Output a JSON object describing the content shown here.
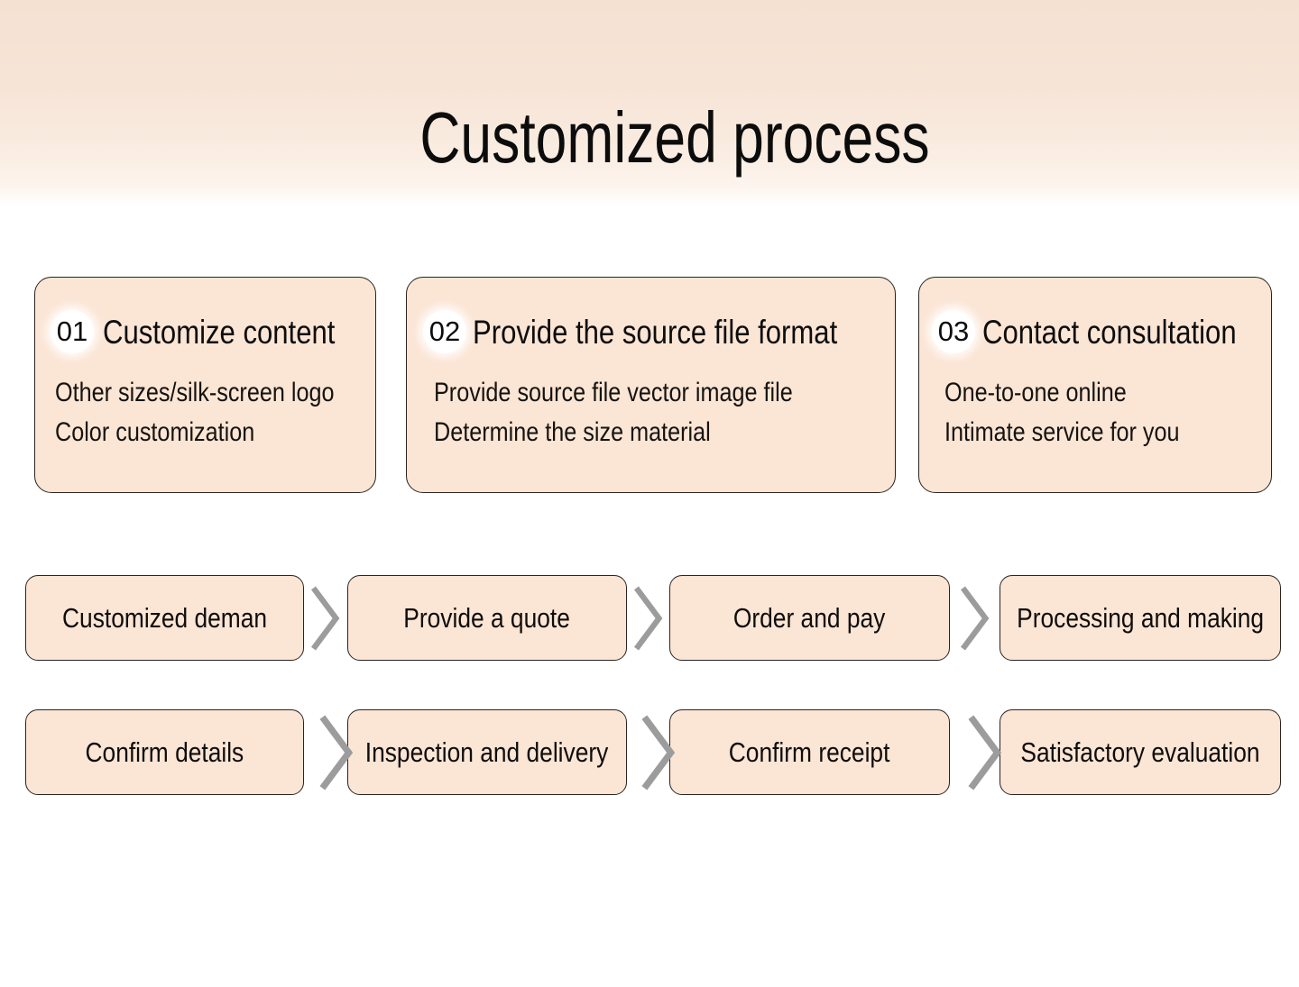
{
  "title": "Customized process",
  "cards": [
    {
      "number": "01",
      "heading": "Customize content",
      "lines": [
        "Other sizes/silk-screen logo",
        "Color customization"
      ]
    },
    {
      "number": "02",
      "heading": "Provide the source file format",
      "lines": [
        "Provide source file vector image file",
        "Determine the size material"
      ]
    },
    {
      "number": "03",
      "heading": "Contact consultation",
      "lines": [
        "One-to-one online",
        "Intimate service for you"
      ]
    }
  ],
  "flow_rows": [
    {
      "steps": [
        "Customized deman",
        "Provide a quote",
        "Order and pay",
        "Processing and making"
      ]
    },
    {
      "steps": [
        "Confirm details",
        "Inspection and delivery",
        "Confirm receipt",
        "Satisfactory evaluation"
      ]
    }
  ],
  "colors": {
    "card_bg": "#fbe5d5",
    "card_border": "#2a2420",
    "arrow": "#9c9c9c",
    "hero_top": "#f5e1d2",
    "text": "#111111"
  }
}
